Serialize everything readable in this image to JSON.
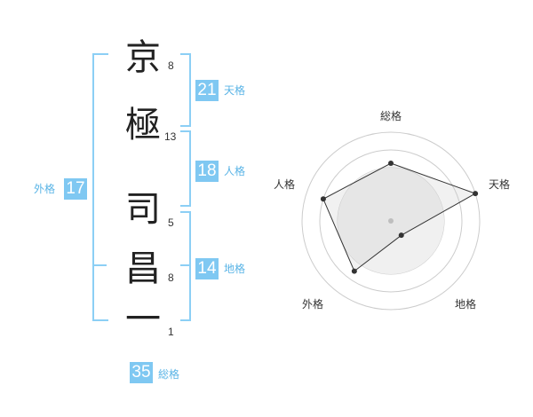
{
  "name": {
    "chars": [
      {
        "char": "京",
        "strokes": "8"
      },
      {
        "char": "極",
        "strokes": "13"
      },
      {
        "char": "司",
        "strokes": "5"
      },
      {
        "char": "昌",
        "strokes": "8"
      },
      {
        "char": "一",
        "strokes": "1"
      }
    ]
  },
  "fortune": {
    "ten": {
      "value": "21",
      "label": "天格"
    },
    "jin": {
      "value": "18",
      "label": "人格"
    },
    "chi": {
      "value": "14",
      "label": "地格"
    },
    "gai": {
      "value": "17",
      "label": "外格"
    },
    "sou": {
      "value": "35",
      "label": "総格"
    }
  },
  "chart_data": {
    "type": "radar",
    "axes": [
      "総格",
      "天格",
      "地格",
      "外格",
      "人格"
    ],
    "values": [
      0.65,
      1.0,
      0.2,
      0.7,
      0.8
    ],
    "range": [
      0,
      1
    ],
    "rings": 4,
    "colors": {
      "fill": "#f0f0f0",
      "line": "#333333",
      "grid": "#cccccc",
      "accent": "#7fc8f2"
    }
  }
}
